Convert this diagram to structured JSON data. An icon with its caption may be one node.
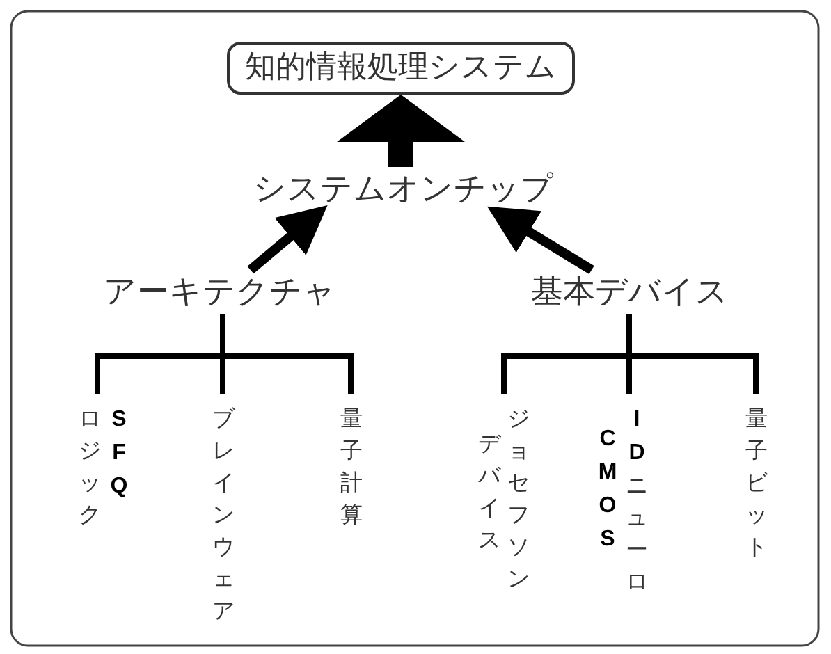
{
  "diagram": {
    "nodes": [
      {
        "text": [
          "知的情報処理システム"
        ]
      },
      {
        "text": [
          "システムオンチップ"
        ]
      },
      {
        "text": [
          "アーキテクチャ"
        ]
      },
      {
        "text": [
          "基本デバイス"
        ]
      },
      {
        "text": [
          "**SFQ**ロジック"
        ]
      },
      {
        "text": [
          "ブレインウェア"
        ]
      },
      {
        "text": [
          "量子計算"
        ]
      },
      {
        "text": [
          "デバイス",
          "ジョセフソン"
        ]
      },
      {
        "text": [
          "CMOS",
          "**ID**ニューロ"
        ]
      },
      {
        "text": [
          "量子ビット"
        ]
      }
    ],
    "edges": [
      {
        "from": 1,
        "to": 0,
        "arrow": "to",
        "style": "thick"
      },
      {
        "from": 2,
        "to": 1,
        "arrow": "to"
      },
      {
        "from": 3,
        "to": 1,
        "arrow": "to"
      },
      {
        "from": 2,
        "to": 4,
        "arrow": "none"
      },
      {
        "from": 2,
        "to": 5,
        "arrow": "none"
      },
      {
        "from": 2,
        "to": 6,
        "arrow": "none"
      },
      {
        "from": 3,
        "to": 7,
        "arrow": "none"
      },
      {
        "from": 3,
        "to": 8,
        "arrow": "none"
      },
      {
        "from": 3,
        "to": 9,
        "arrow": "none"
      }
    ]
  }
}
